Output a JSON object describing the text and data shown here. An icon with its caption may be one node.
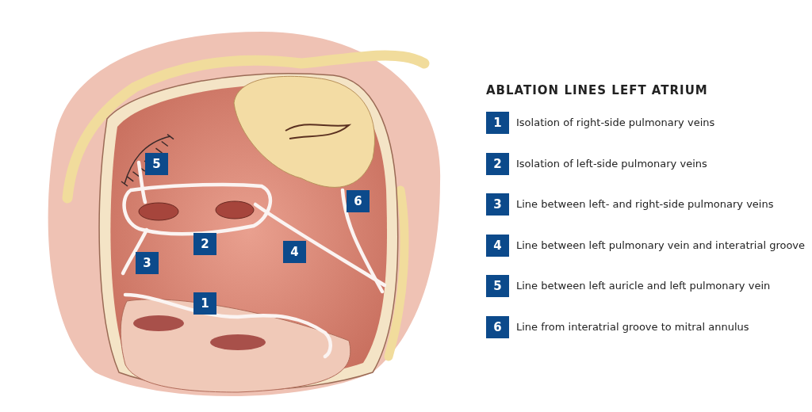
{
  "diagram": {
    "title": "ABLATION LINES LEFT ATRIUM",
    "labels": [
      "5",
      "6",
      "2",
      "4",
      "3",
      "1",
      "1",
      "Isolation of right-side pulmonary veins",
      "2",
      "Isolation of left-side pulmonary veins",
      "3",
      "Line between left- and right-side pulmonary veins",
      "4",
      "Line between left pulmonary vein and interatrial groove",
      "5",
      "Line between left auricle and left pulmonary vein",
      "6",
      "Line from interatrial groove to mitral annulus"
    ]
  }
}
